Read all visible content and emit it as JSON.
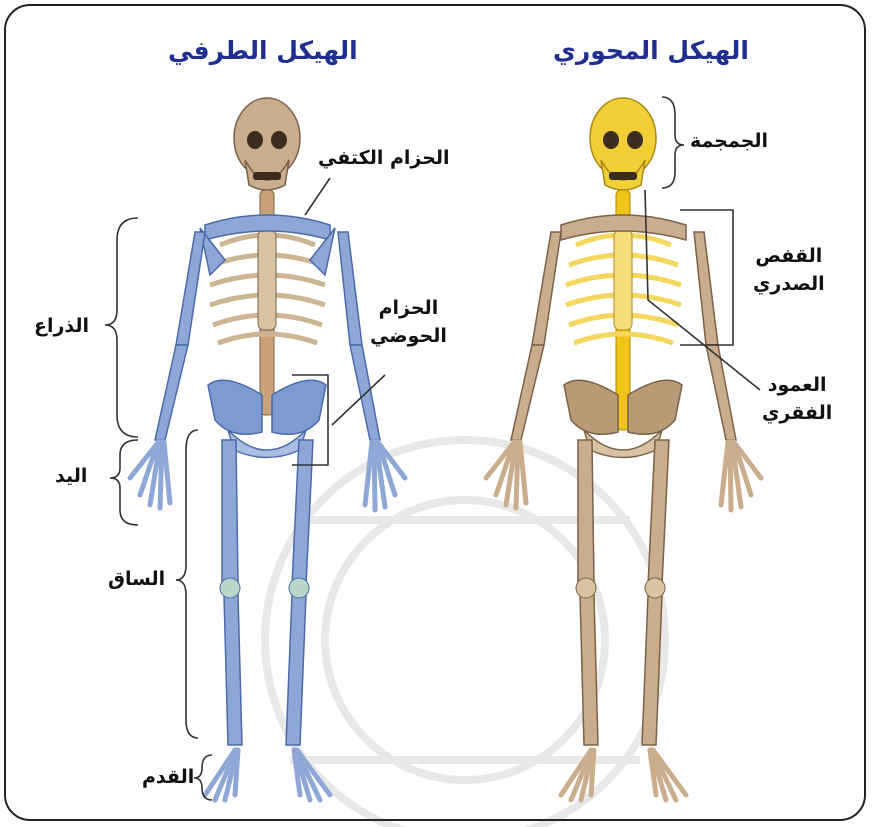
{
  "titles": {
    "axial": "الهيكل المحوري",
    "appendicular": "الهيكل الطرفي"
  },
  "labels": {
    "shoulder_girdle": "الحزام الكتفي",
    "pelvic_girdle_1": "الحزام",
    "pelvic_girdle_2": "الحوضي",
    "arm": "الذراع",
    "hand": "اليد",
    "leg": "الساق",
    "foot": "القدم",
    "skull": "الجمجمة",
    "rib_cage_1": "القفص",
    "rib_cage_2": "الصدري",
    "spine_1": "العمود",
    "spine_2": "الفقري"
  },
  "colors": {
    "title": "#1f2f8f",
    "appendicular_bone": "#8fa7d6",
    "axial_bone": "#f2cf36",
    "plain_bone": "#c9ad8c"
  }
}
